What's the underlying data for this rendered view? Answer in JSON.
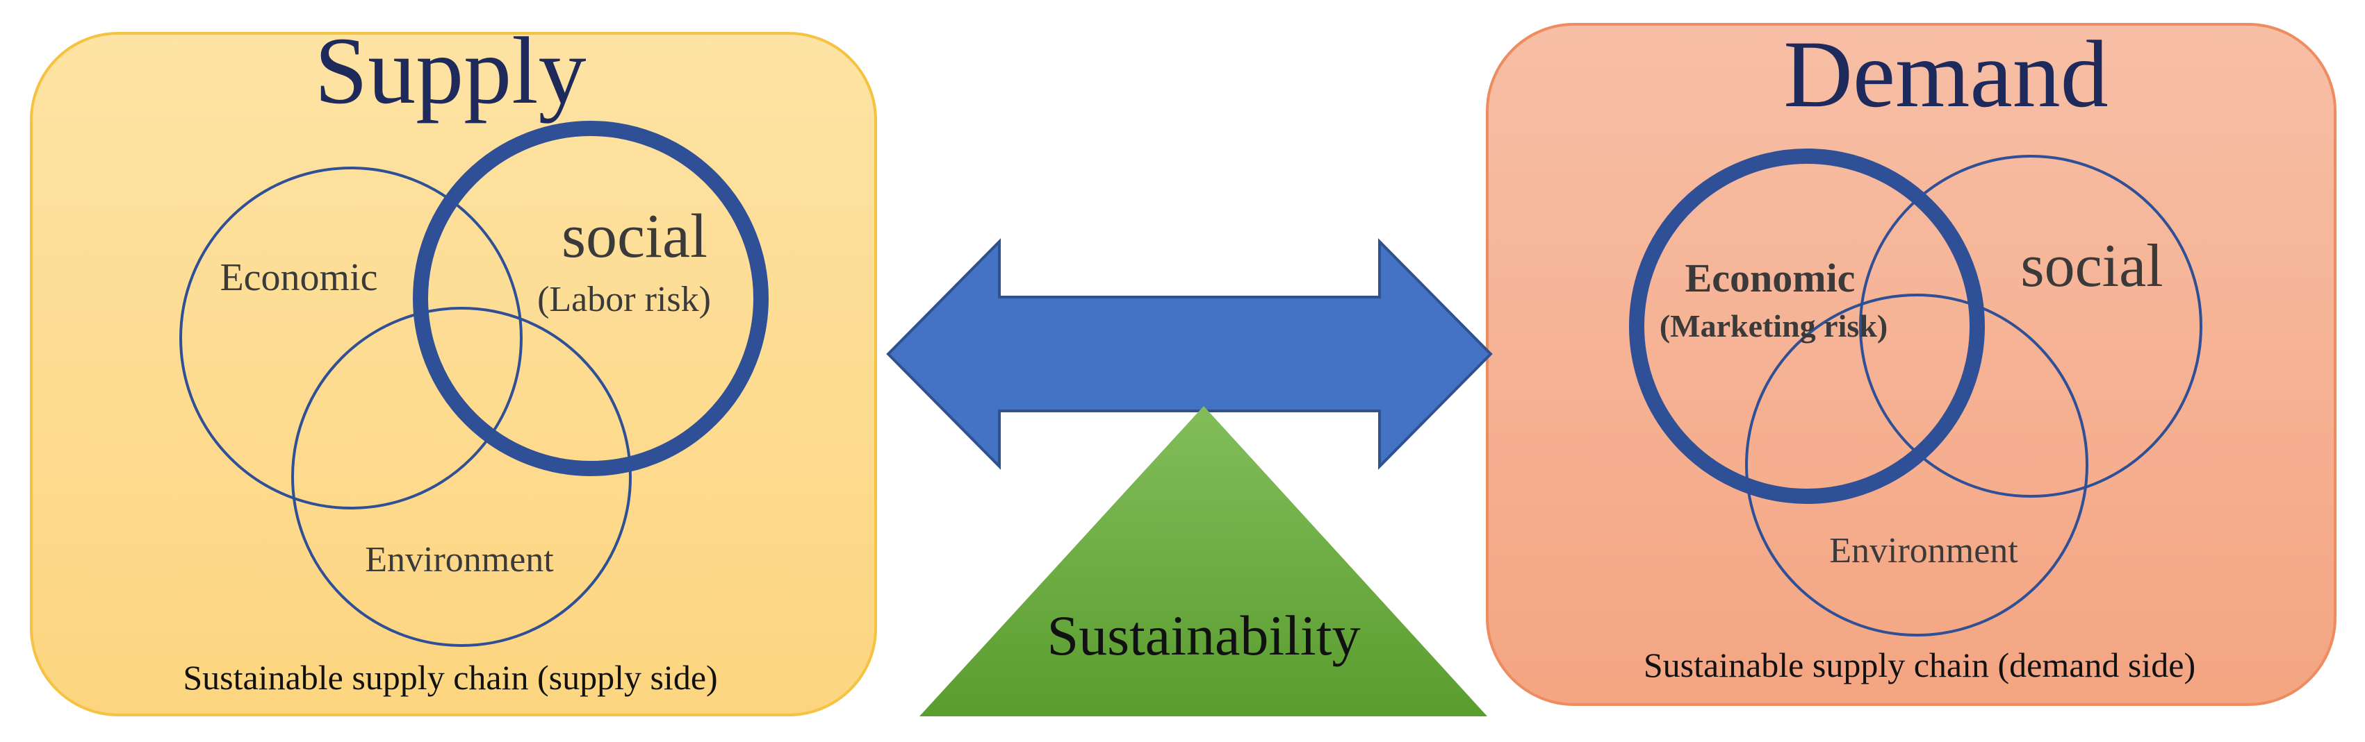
{
  "supply": {
    "title": "Supply",
    "circle_economic": "Economic",
    "circle_social": "social",
    "circle_social_sub": "(Labor risk)",
    "circle_environment": "Environment",
    "caption": "Sustainable supply chain (supply side)"
  },
  "demand": {
    "title": "Demand",
    "circle_economic": "Economic",
    "circle_economic_sub": "(Marketing risk)",
    "circle_social": "social",
    "circle_environment": "Environment",
    "caption": "Sustainable supply chain (demand side)"
  },
  "center": {
    "fulcrum_label": "Sustainability"
  },
  "colors": {
    "supply_panel_top": "#fde3a4",
    "supply_panel_bottom": "#fdd580",
    "supply_panel_border": "#f5c242",
    "demand_panel_top": "#f7bfa6",
    "demand_panel_bottom": "#f4a582",
    "demand_panel_border": "#ee8c5f",
    "circle_stroke": "#2f4f96",
    "highlight_circle": "#2f4f96",
    "arrow_fill": "#4472c4",
    "arrow_stroke": "#2f528f",
    "triangle_top": "#82bd5a",
    "triangle_bottom": "#5a9d2f",
    "title_text": "#1f2a5c",
    "body_text": "#3a3a3a"
  }
}
